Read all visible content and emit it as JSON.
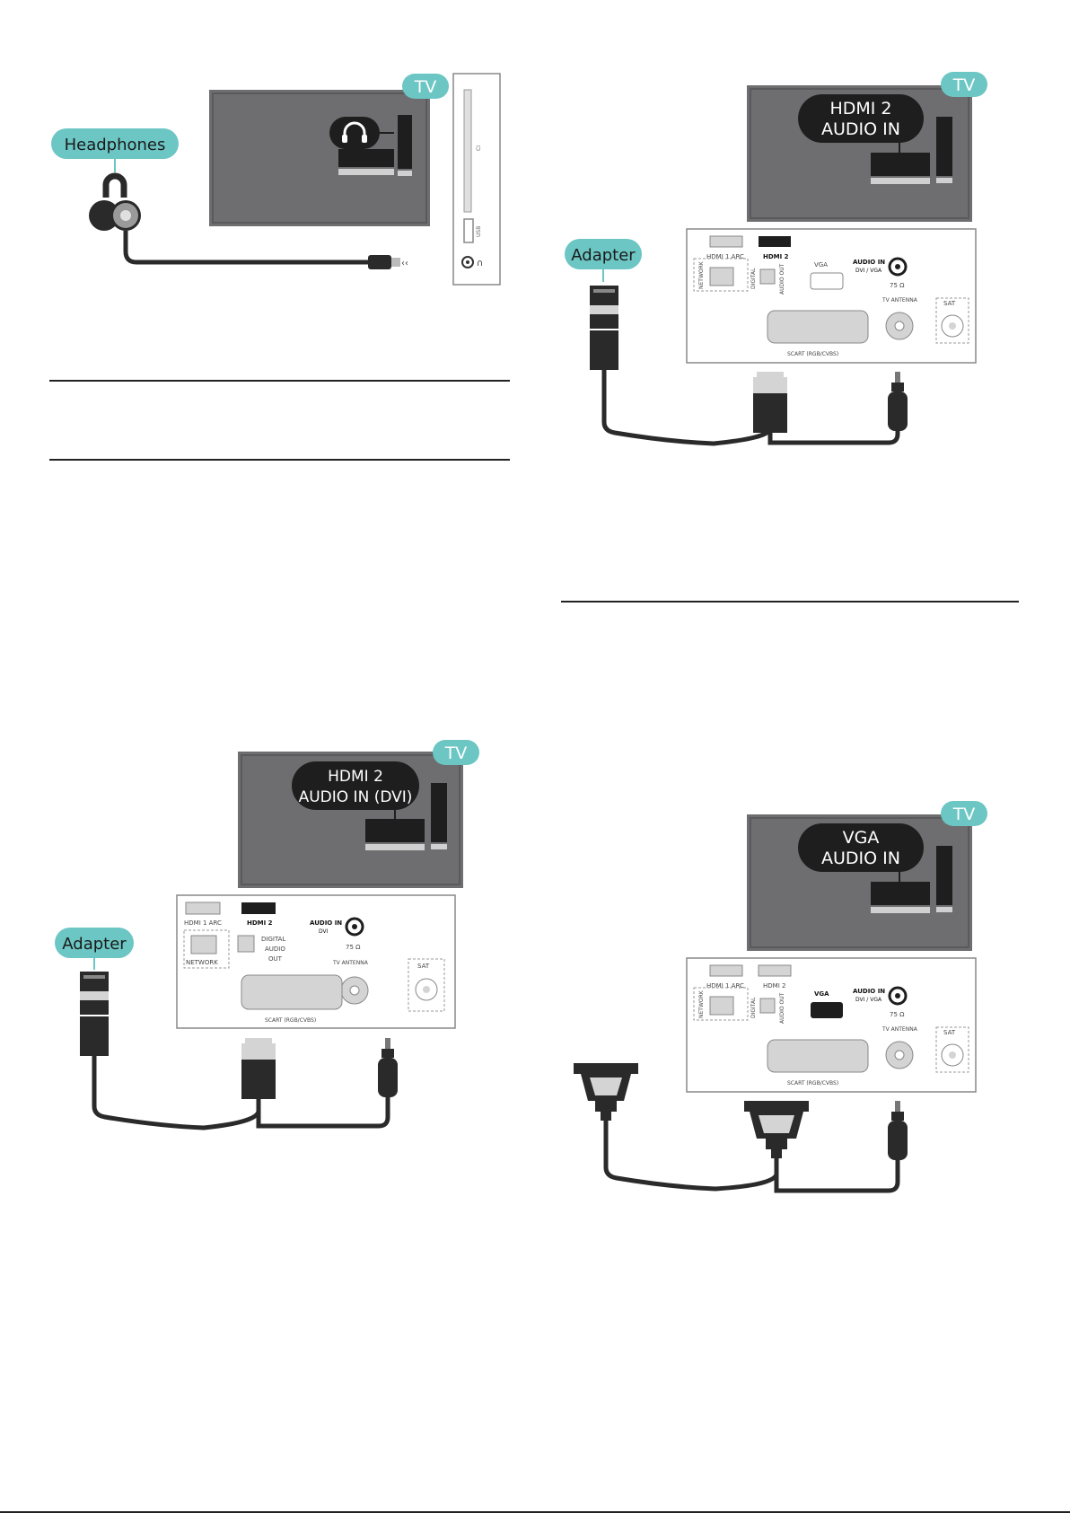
{
  "figures": {
    "headphones": {
      "tv_badge": "TV",
      "callout": "Headphones",
      "side_ports": [
        "CI",
        "USB"
      ]
    },
    "hdmi_audio": {
      "tv_badge": "TV",
      "bubble_line1": "HDMI 2",
      "bubble_line2": "AUDIO IN",
      "callout": "Adapter",
      "ports": {
        "hdmi1": "HDMI 1 ARC",
        "hdmi2": "HDMI 2",
        "vga": "VGA",
        "audio_in": "AUDIO IN",
        "audio_in_sub": "DVI / VGA",
        "network": "NETWORK",
        "digital": "DIGITAL",
        "audio_out": "AUDIO OUT",
        "ohm": "75 Ω",
        "tv_antenna": "TV ANTENNA",
        "sat": "SAT",
        "scart": "SCART (RGB/CVBS)"
      }
    },
    "dvi_audio": {
      "tv_badge": "TV",
      "bubble_line1": "HDMI 2",
      "bubble_line2": "AUDIO IN (DVI)",
      "callout": "Adapter",
      "ports": {
        "hdmi1": "HDMI 1 ARC",
        "hdmi2": "HDMI 2",
        "audio_in": "AUDIO IN",
        "audio_in_sub": "DVI",
        "network": "NETWORK",
        "digital_line1": "DIGITAL",
        "digital_line2": "AUDIO",
        "digital_line3": "OUT",
        "ohm": "75 Ω",
        "tv_antenna": "TV ANTENNA",
        "sat": "SAT",
        "scart": "SCART (RGB/CVBS)"
      }
    },
    "vga_audio": {
      "tv_badge": "TV",
      "bubble_line1": "VGA",
      "bubble_line2": "AUDIO IN",
      "ports": {
        "hdmi1": "HDMI 1 ARC",
        "hdmi2": "HDMI 2",
        "vga": "VGA",
        "audio_in": "AUDIO IN",
        "audio_in_sub": "DVI / VGA",
        "network": "NETWORK",
        "digital": "DIGITAL",
        "audio_out": "AUDIO OUT",
        "ohm": "75 Ω",
        "tv_antenna": "TV ANTENNA",
        "sat": "SAT",
        "scart": "SCART (RGB/CVBS)"
      }
    }
  },
  "colors": {
    "tv_gray": "#6e6e70",
    "teal": "#6cc6c4",
    "dark": "#222222",
    "panel_border": "#999999",
    "port_gray": "#d4d4d4"
  }
}
